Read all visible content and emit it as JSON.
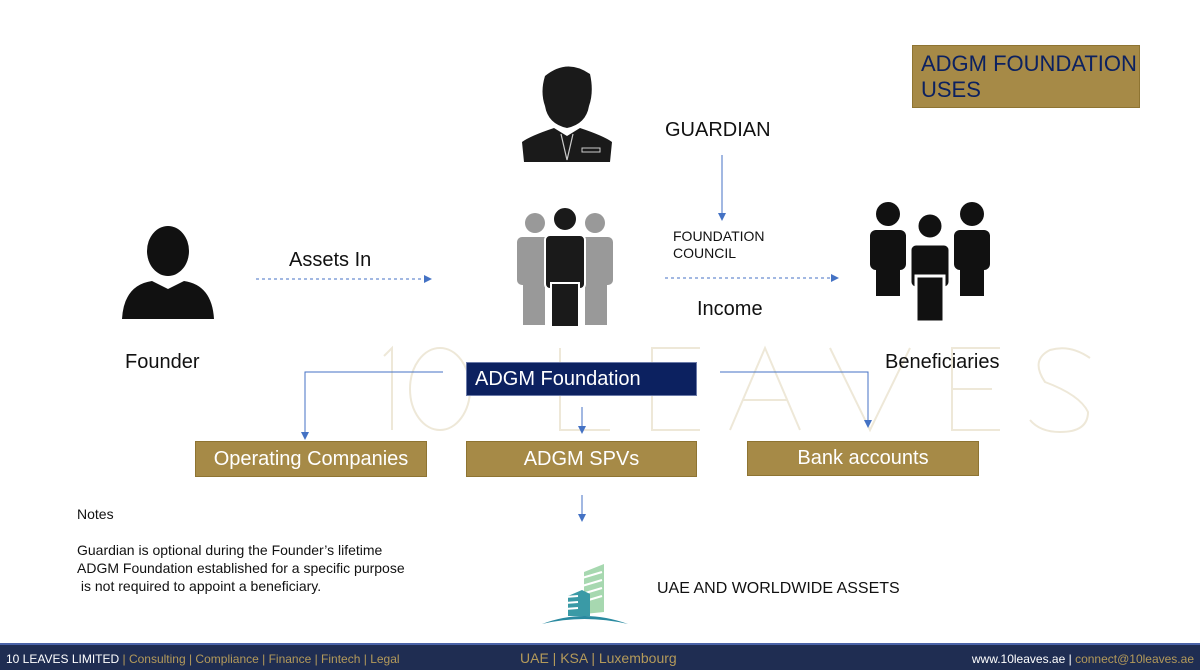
{
  "title_box": {
    "line1": "ADGM FOUNDATION",
    "line2": "USES"
  },
  "watermark": "10 LEAVES",
  "guardian": {
    "label": "GUARDIAN",
    "icon": "guardian-person-icon"
  },
  "council": {
    "line1": "FOUNDATION",
    "line2": "COUNCIL",
    "icon": "group-icon"
  },
  "founder": {
    "label": "Founder",
    "icon": "person-icon"
  },
  "beneficiaries": {
    "label": "Beneficiaries",
    "icon": "group-icon"
  },
  "flows": {
    "assets_in": "Assets In",
    "income": "Income"
  },
  "foundation_box": "ADGM Foundation",
  "boxes": [
    "Operating Companies",
    "ADGM SPVs",
    "Bank accounts"
  ],
  "assets": {
    "label": "UAE AND WORLDWIDE ASSETS",
    "icon": "building-icon"
  },
  "notes": {
    "heading": "Notes",
    "lines": [
      "Guardian is optional during the Founder’s lifetime",
      "ADGM Foundation established for a specific purpose",
      " is not required to appoint a beneficiary."
    ]
  },
  "footer": {
    "company": "10 LEAVES LIMITED",
    "services": " | Consulting | Compliance | Finance | Fintech | Legal",
    "regions": "UAE | KSA | Luxembourg",
    "website": "www.10leaves.ae",
    "sep": " | ",
    "email": "connect@10leaves.ae"
  },
  "colors": {
    "gold": "#a68a47",
    "navy": "#0c2160",
    "arrow": "#4472c4",
    "footer": "#1f2d52"
  }
}
